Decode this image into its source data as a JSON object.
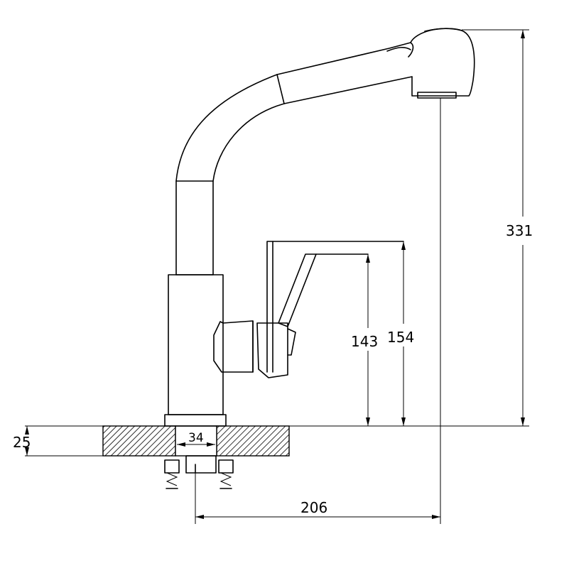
{
  "dimensions": {
    "overall_height": "331",
    "lever_top_height": "154",
    "lever_pivot_height": "143",
    "deck_thickness": "25",
    "shank_diameter": "34",
    "spout_reach": "206"
  },
  "colors": {
    "line": "#000000",
    "background": "#ffffff"
  }
}
